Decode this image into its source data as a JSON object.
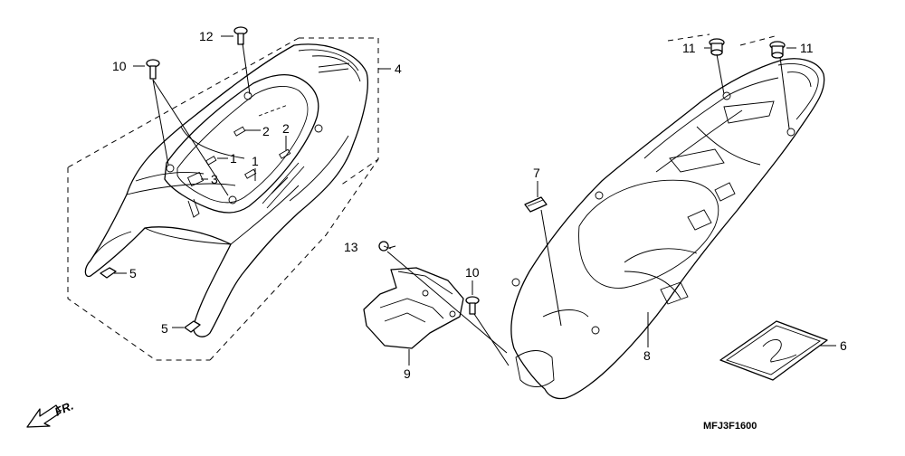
{
  "diagram": {
    "code": "MFJ3F1600",
    "direction_label": "FR.",
    "callouts": {
      "c1a": "1",
      "c1b": "1",
      "c2a": "2",
      "c2b": "2",
      "c3": "3",
      "c4": "4",
      "c5a": "5",
      "c5b": "5",
      "c6": "6",
      "c7": "7",
      "c8": "8",
      "c9": "9",
      "c10a": "10",
      "c10b": "10",
      "c11a": "11",
      "c11b": "11",
      "c12": "12",
      "c13": "13"
    }
  }
}
